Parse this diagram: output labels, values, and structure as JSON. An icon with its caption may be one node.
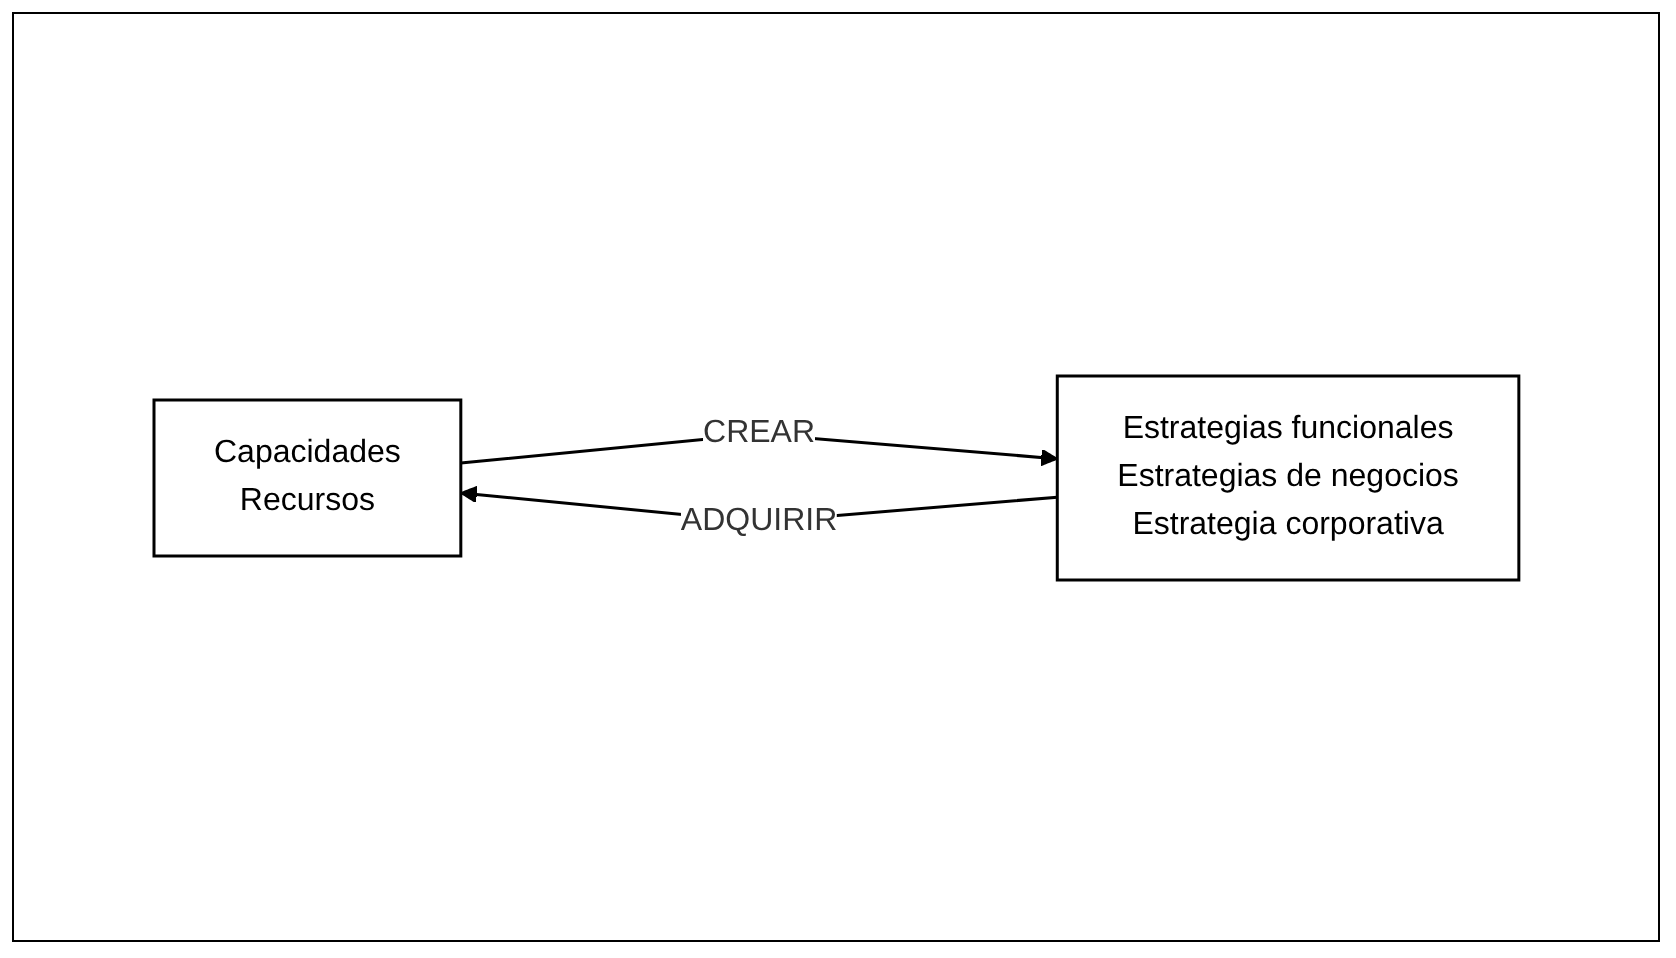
{
  "diagram": {
    "nodes": [
      {
        "text": [
          "Capacidades",
          "Recursos"
        ]
      },
      {
        "text": [
          "Estrategias funcionales",
          "Estrategias de negocios",
          "Estrategia corporativa"
        ]
      }
    ],
    "edges": [
      {
        "from": 0,
        "to": 1,
        "arrow": "to",
        "label": "CREAR"
      },
      {
        "from": 1,
        "to": 0,
        "arrow": "to",
        "label": "ADQUIRIR"
      }
    ]
  }
}
